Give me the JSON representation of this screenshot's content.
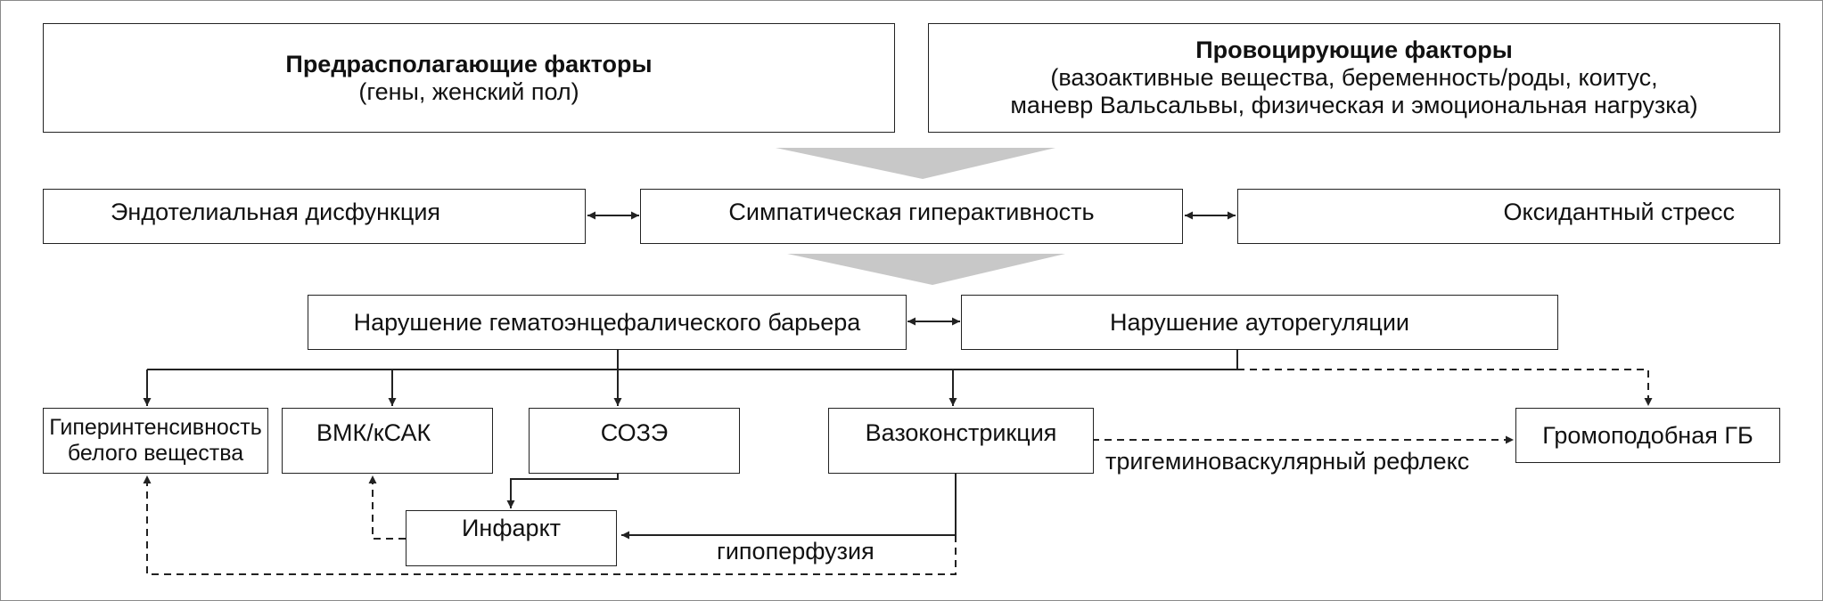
{
  "top": {
    "predisposing": {
      "title": "Предрасполагающие факторы",
      "detail": "(гены, женский пол)"
    },
    "provoking": {
      "title": "Провоцирующие факторы",
      "detail_line1": "(вазоактивные вещества, беременность/роды, коитус,",
      "detail_line2": "маневр Вальсальвы, физическая и эмоциональная нагрузка)"
    }
  },
  "mechanisms": {
    "endothelial": "Эндотелиальная дисфункция",
    "sympathetic": "Симпатическая гиперактивность",
    "oxidative": "Оксидантный стресс"
  },
  "disorders": {
    "bbb": "Нарушение гематоэнцефалического барьера",
    "autoregulation": "Нарушение ауторегуляции"
  },
  "outcomes": {
    "wmh_line1": "Гиперинтенсивность",
    "wmh_line2": "белого вещества",
    "ich": "ВМК/кСАК",
    "pres": "СОЗЭ",
    "vasoconstriction": "Вазоконстрикция",
    "thunderclap": "Громоподобная ГБ",
    "infarct": "Инфаркт"
  },
  "labels": {
    "trigeminal": "тригеминоваскулярный рефлекс",
    "hypoperfusion": "гипоперфузия"
  },
  "colors": {
    "line": "#222222",
    "wedge": "#c8c8c8"
  }
}
